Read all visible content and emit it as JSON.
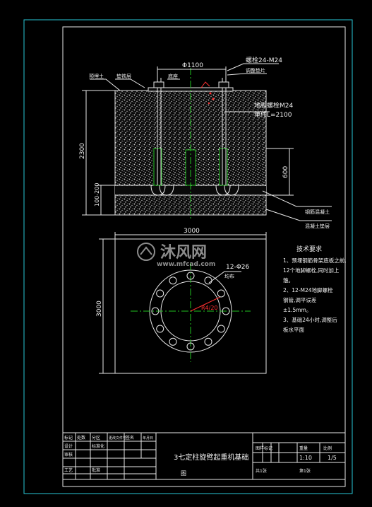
{
  "drawing": {
    "title": "3七定柱旋臂起重机基础",
    "title_suffix": "图",
    "scale": "1:10",
    "sheet": "1/5"
  },
  "section_view": {
    "left_labels": [
      "预埋土",
      "垫铁层"
    ],
    "top_labels": [
      "底座",
      "Φ1100",
      "螺栓24-M24",
      "调整垫片"
    ],
    "bolt_labels": [
      "地脚螺栓M24",
      "单件L=2100"
    ],
    "dimensions": {
      "total_height": "2300",
      "depth": "600",
      "bottom_range": "100-200"
    },
    "bottom_labels": [
      "钢筋混凝土",
      "混凝土垫层"
    ]
  },
  "plan_view": {
    "width_dim": "3000",
    "height_dim": "3000",
    "hole_label": "12-Φ26",
    "hole_note": "均布",
    "radius_label": "R4/20"
  },
  "tech_notes": {
    "title": "技术要求",
    "lines": [
      "1、预埋钢筋骨架底板之前,",
      "12个地脚螺栓,同时加上",
      "箍。",
      "2、12-M24地脚螺栓",
      "钢管,调平误差",
      "±1.5mm。",
      "3、基础24小时,调整后",
      "板水平面"
    ]
  },
  "title_block": {
    "left_cells": [
      "标记",
      "处数",
      "分区",
      "更改文件号",
      "签名",
      "年月日",
      "设计",
      "标准化",
      "审核",
      "工艺",
      "批准"
    ],
    "right_headers": [
      "图样标记",
      "重量",
      "比例"
    ],
    "sheet_cells": [
      "共1张",
      "第1张"
    ]
  },
  "watermark": {
    "brand": "沐风网",
    "url": "www.mfcad.com"
  }
}
